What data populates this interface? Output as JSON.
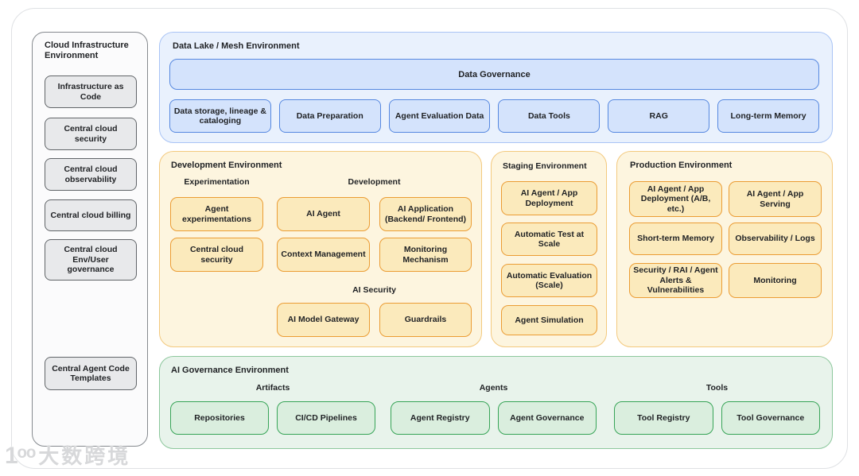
{
  "sidebar": {
    "title": "Cloud Infrastructure Environment",
    "items": [
      "Infrastructure as Code",
      "Central cloud security",
      "Central cloud observability",
      "Central cloud billing",
      "Central cloud Env/User governance",
      "Central Agent Code Templates"
    ]
  },
  "data_lake": {
    "title": "Data Lake / Mesh Environment",
    "governance_bar": "Data Governance",
    "boxes": [
      "Data storage, lineage & cataloging",
      "Data Preparation",
      "Agent Evaluation Data",
      "Data Tools",
      "RAG",
      "Long-term Memory"
    ]
  },
  "development": {
    "title": "Development Environment",
    "label_experimentation": "Experimentation",
    "label_development": "Development",
    "label_ai_security": "AI Security",
    "boxes": {
      "agent_experimentations": "Agent experimentations",
      "central_cloud_security": "Central cloud security",
      "ai_agent": "AI Agent",
      "context_management": "Context Management",
      "ai_application": "AI Application (Backend/ Frontend)",
      "monitoring_mechanism": "Monitoring Mechanism",
      "ai_model_gateway": "AI Model Gateway",
      "guardrails": "Guardrails"
    }
  },
  "staging": {
    "title": "Staging Environment",
    "boxes": [
      "AI Agent / App Deployment",
      "Automatic Test at Scale",
      "Automatic Evaluation (Scale)",
      "Agent Simulation"
    ]
  },
  "production": {
    "title": "Production Environment",
    "boxes": [
      "AI Agent / App Deployment (A/B, etc.)",
      "AI Agent / App Serving",
      "Short-term Memory",
      "Observability / Logs",
      "Security / RAI / Agent Alerts & Vulnerabilities",
      "Monitoring"
    ]
  },
  "governance": {
    "title": "AI Governance Environment",
    "groups": [
      {
        "label": "Artifacts",
        "boxes": [
          "Repositories",
          "CI/CD Pipelines"
        ]
      },
      {
        "label": "Agents",
        "boxes": [
          "Agent Registry",
          "Agent Governance"
        ]
      },
      {
        "label": "Tools",
        "boxes": [
          "Tool Registry",
          "Tool Governance"
        ]
      }
    ]
  },
  "watermark": {
    "logo": "1ᵒᵒ",
    "text": "大数跨境"
  },
  "colors": {
    "blue_fill": "#d4e3fc",
    "blue_border": "#5688e0",
    "blue_bg": "#e9f1fd",
    "yellow_fill": "#fbeabc",
    "yellow_border": "#eb9c33",
    "yellow_bg": "#fdf5df",
    "green_fill": "#daeede",
    "green_border": "#37a457",
    "green_bg": "#e8f3eb",
    "gray_fill": "#e8e9eb",
    "gray_border": "#606468",
    "text": "#1f2124"
  }
}
